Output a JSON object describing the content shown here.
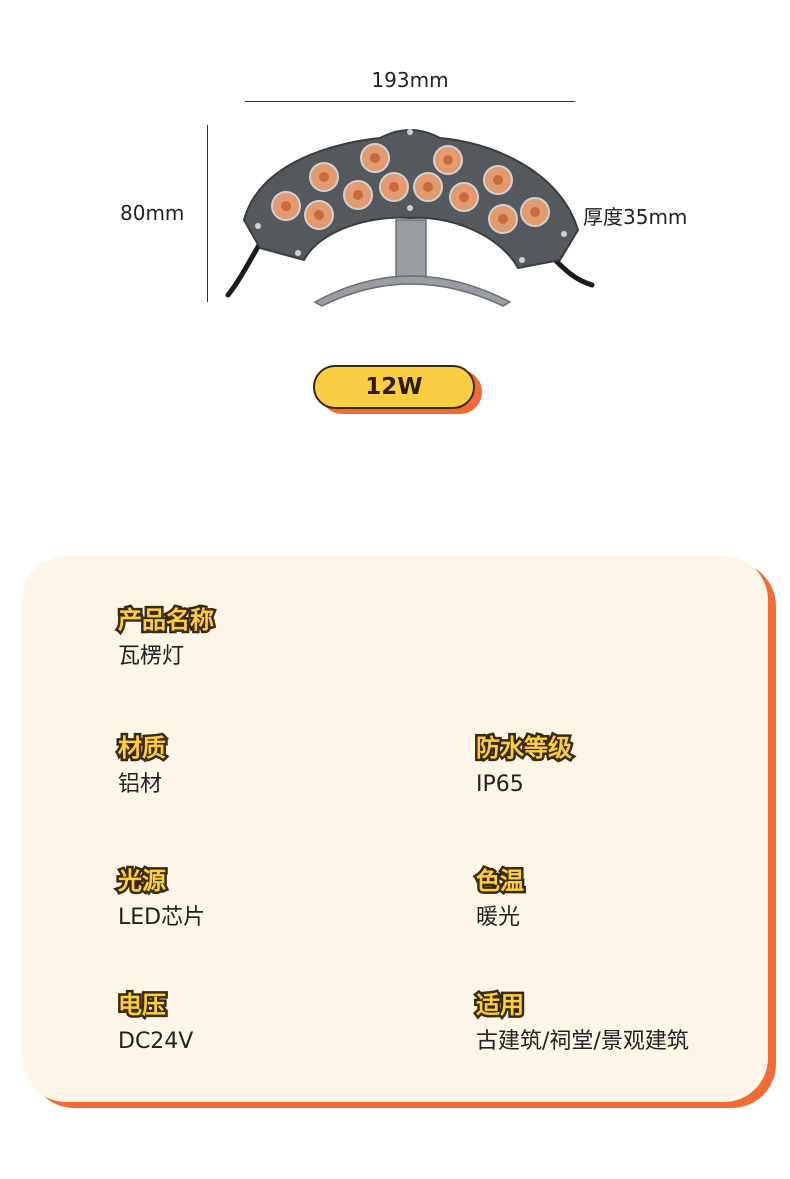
{
  "dimensions": {
    "width": "193mm",
    "height": "80mm",
    "thickness": "厚度35mm"
  },
  "power_badge": "12W",
  "specs": {
    "name": {
      "label": "产品名称",
      "value": "瓦楞灯"
    },
    "material": {
      "label": "材质",
      "value": "铝材"
    },
    "waterproof": {
      "label": "防水等级",
      "value": "IP65"
    },
    "light_source": {
      "label": "光源",
      "value": "LED芯片"
    },
    "color_temp": {
      "label": "色温",
      "value": "暖光"
    },
    "voltage": {
      "label": "电压",
      "value": "DC24V"
    },
    "application": {
      "label": "适用",
      "value": "古建筑/祠堂/景观建筑"
    }
  },
  "colors": {
    "accent_yellow": "#fbcd43",
    "accent_orange": "#f26b35",
    "card_background": "#fdf6e8",
    "outline": "#3a2a10"
  }
}
